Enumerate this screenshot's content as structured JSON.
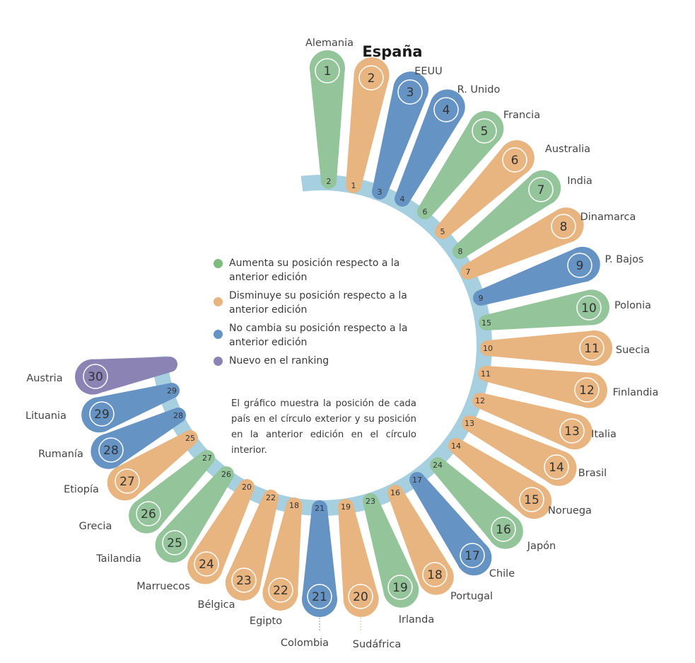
{
  "colors": {
    "up": "#93c49a",
    "down": "#e8b47f",
    "same": "#6593c3",
    "new": "#8a83b4",
    "ring": "#a6cfe0"
  },
  "legend": [
    {
      "status": "up",
      "label": "Aumenta su posición respecto a la anterior edición"
    },
    {
      "status": "down",
      "label": "Disminuye su posición respecto a la anterior edición"
    },
    {
      "status": "same",
      "label": "No cambia su posición respecto a la anterior edición"
    },
    {
      "status": "new",
      "label": "Nuevo en el ranking"
    }
  ],
  "note": "El gráfico muestra la posición de cada país en el círculo exterior y su posición en la anterior edición en el círculo interior.",
  "chart_data": {
    "type": "radial-ranking",
    "title": "",
    "highlight": "España",
    "items": [
      {
        "rank": 1,
        "country": "Alemania",
        "previous": 2,
        "status": "up"
      },
      {
        "rank": 2,
        "country": "España",
        "previous": 1,
        "status": "down"
      },
      {
        "rank": 3,
        "country": "EEUU",
        "previous": 3,
        "status": "same"
      },
      {
        "rank": 4,
        "country": "R. Unido",
        "previous": 4,
        "status": "same"
      },
      {
        "rank": 5,
        "country": "Francia",
        "previous": 6,
        "status": "up"
      },
      {
        "rank": 6,
        "country": "Australia",
        "previous": 5,
        "status": "down"
      },
      {
        "rank": 7,
        "country": "India",
        "previous": 8,
        "status": "up"
      },
      {
        "rank": 8,
        "country": "Dinamarca",
        "previous": 7,
        "status": "down"
      },
      {
        "rank": 9,
        "country": "P. Bajos",
        "previous": 9,
        "status": "same"
      },
      {
        "rank": 10,
        "country": "Polonia",
        "previous": 15,
        "status": "up"
      },
      {
        "rank": 11,
        "country": "Suecia",
        "previous": 10,
        "status": "down"
      },
      {
        "rank": 12,
        "country": "Finlandia",
        "previous": 11,
        "status": "down"
      },
      {
        "rank": 13,
        "country": "Italia",
        "previous": 12,
        "status": "down"
      },
      {
        "rank": 14,
        "country": "Brasil",
        "previous": 13,
        "status": "down"
      },
      {
        "rank": 15,
        "country": "Noruega",
        "previous": 14,
        "status": "down"
      },
      {
        "rank": 16,
        "country": "Japón",
        "previous": 24,
        "status": "up"
      },
      {
        "rank": 17,
        "country": "Chile",
        "previous": 17,
        "status": "same"
      },
      {
        "rank": 18,
        "country": "Portugal",
        "previous": 16,
        "status": "down"
      },
      {
        "rank": 19,
        "country": "Irlanda",
        "previous": 23,
        "status": "up"
      },
      {
        "rank": 20,
        "country": "Sudáfrica",
        "previous": 19,
        "status": "down"
      },
      {
        "rank": 21,
        "country": "Colombia",
        "previous": 21,
        "status": "same"
      },
      {
        "rank": 22,
        "country": "Egipto",
        "previous": 18,
        "status": "down"
      },
      {
        "rank": 23,
        "country": "Bélgica",
        "previous": 22,
        "status": "down"
      },
      {
        "rank": 24,
        "country": "Marruecos",
        "previous": 20,
        "status": "down"
      },
      {
        "rank": 25,
        "country": "Tailandia",
        "previous": 26,
        "status": "up"
      },
      {
        "rank": 26,
        "country": "Grecia",
        "previous": 27,
        "status": "up"
      },
      {
        "rank": 27,
        "country": "Etiopía",
        "previous": 25,
        "status": "down"
      },
      {
        "rank": 28,
        "country": "Rumanía",
        "previous": 28,
        "status": "same"
      },
      {
        "rank": 29,
        "country": "Lituania",
        "previous": 29,
        "status": "same"
      },
      {
        "rank": 30,
        "country": "Austria",
        "previous": null,
        "status": "new"
      }
    ]
  }
}
